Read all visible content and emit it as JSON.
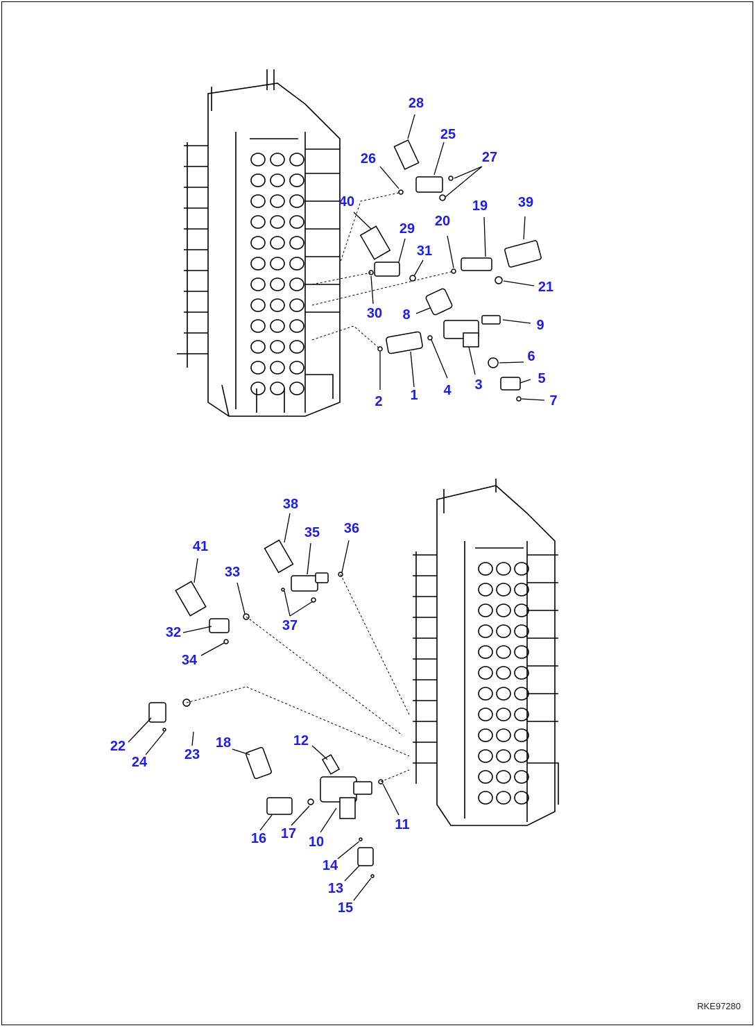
{
  "labels": [
    "28",
    "25",
    "26",
    "27",
    "40",
    "19",
    "39",
    "29",
    "20",
    "31",
    "21",
    "30",
    "8",
    "9",
    "6",
    "3",
    "5",
    "2",
    "1",
    "4",
    "7",
    "38",
    "36",
    "35",
    "41",
    "33",
    "37",
    "32",
    "34",
    "22",
    "24",
    "23",
    "18",
    "12",
    "16",
    "17",
    "10",
    "11",
    "14",
    "13",
    "15"
  ],
  "reference": "RKE97280"
}
